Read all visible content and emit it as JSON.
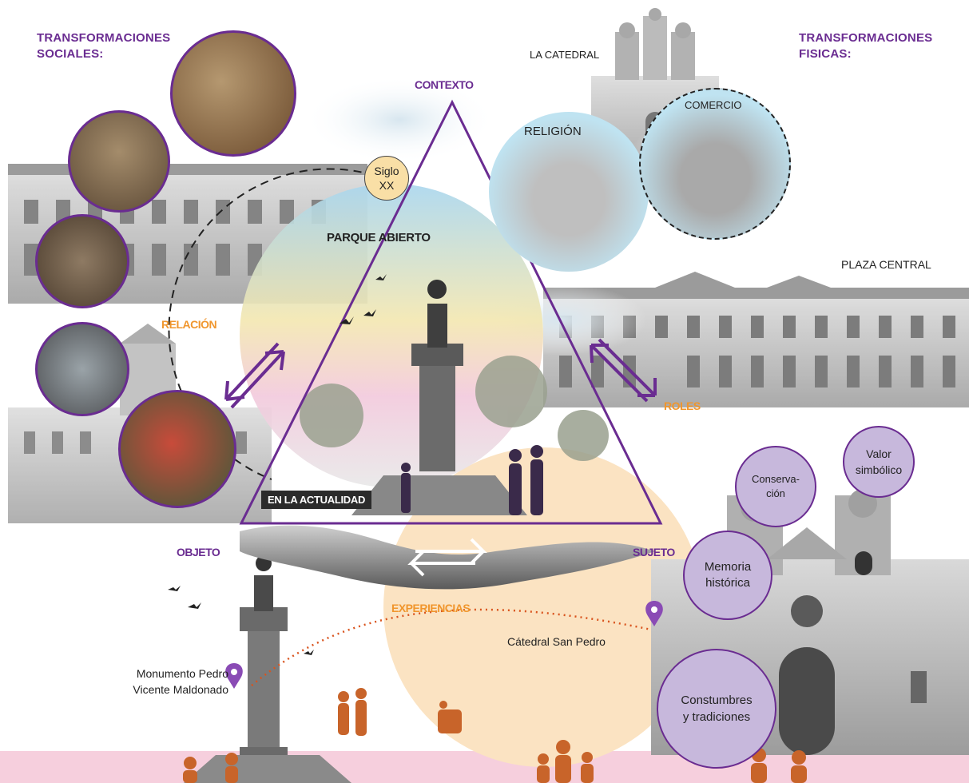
{
  "headings": {
    "social": "TRANSFORMACIONES\nSOCIALES:",
    "physical": "TRANSFORMACIONES\nFISICAS:"
  },
  "triangle": {
    "top": "CONTEXTO",
    "left": "OBJETO",
    "right": "SUJETO",
    "center": "PARQUE ABIERTO",
    "bottom_tag": "EN LA ACTUALIDAD",
    "era_badge": "Siglo\nXX"
  },
  "relations": {
    "relacion": "RELACIÓN",
    "roles": "ROLES",
    "experiencias": "EXPERIENCIAS"
  },
  "places": {
    "catedral": "LA CATEDRAL",
    "comercio": "COMERCIO",
    "religion": "RELIGIÓN",
    "plaza": "PLAZA CENTRAL",
    "monumento": "Monumento  Pedro\nVicente Maldonado",
    "catedral_san_pedro": "Cátedral San Pedro"
  },
  "values": {
    "conservacion": "Conserva-\nción",
    "simbolico": "Valor\nsimbólico",
    "memoria": "Memoria\nhistórica",
    "costumbres": "Constumbres\ny tradiciones"
  },
  "colors": {
    "purple": "#6a2c91",
    "orange": "#f0962d",
    "lilac": "#c7b8dc",
    "peach": "#fbe3c2",
    "pink": "#f6cfdd",
    "sky": "#bfe3f1"
  }
}
